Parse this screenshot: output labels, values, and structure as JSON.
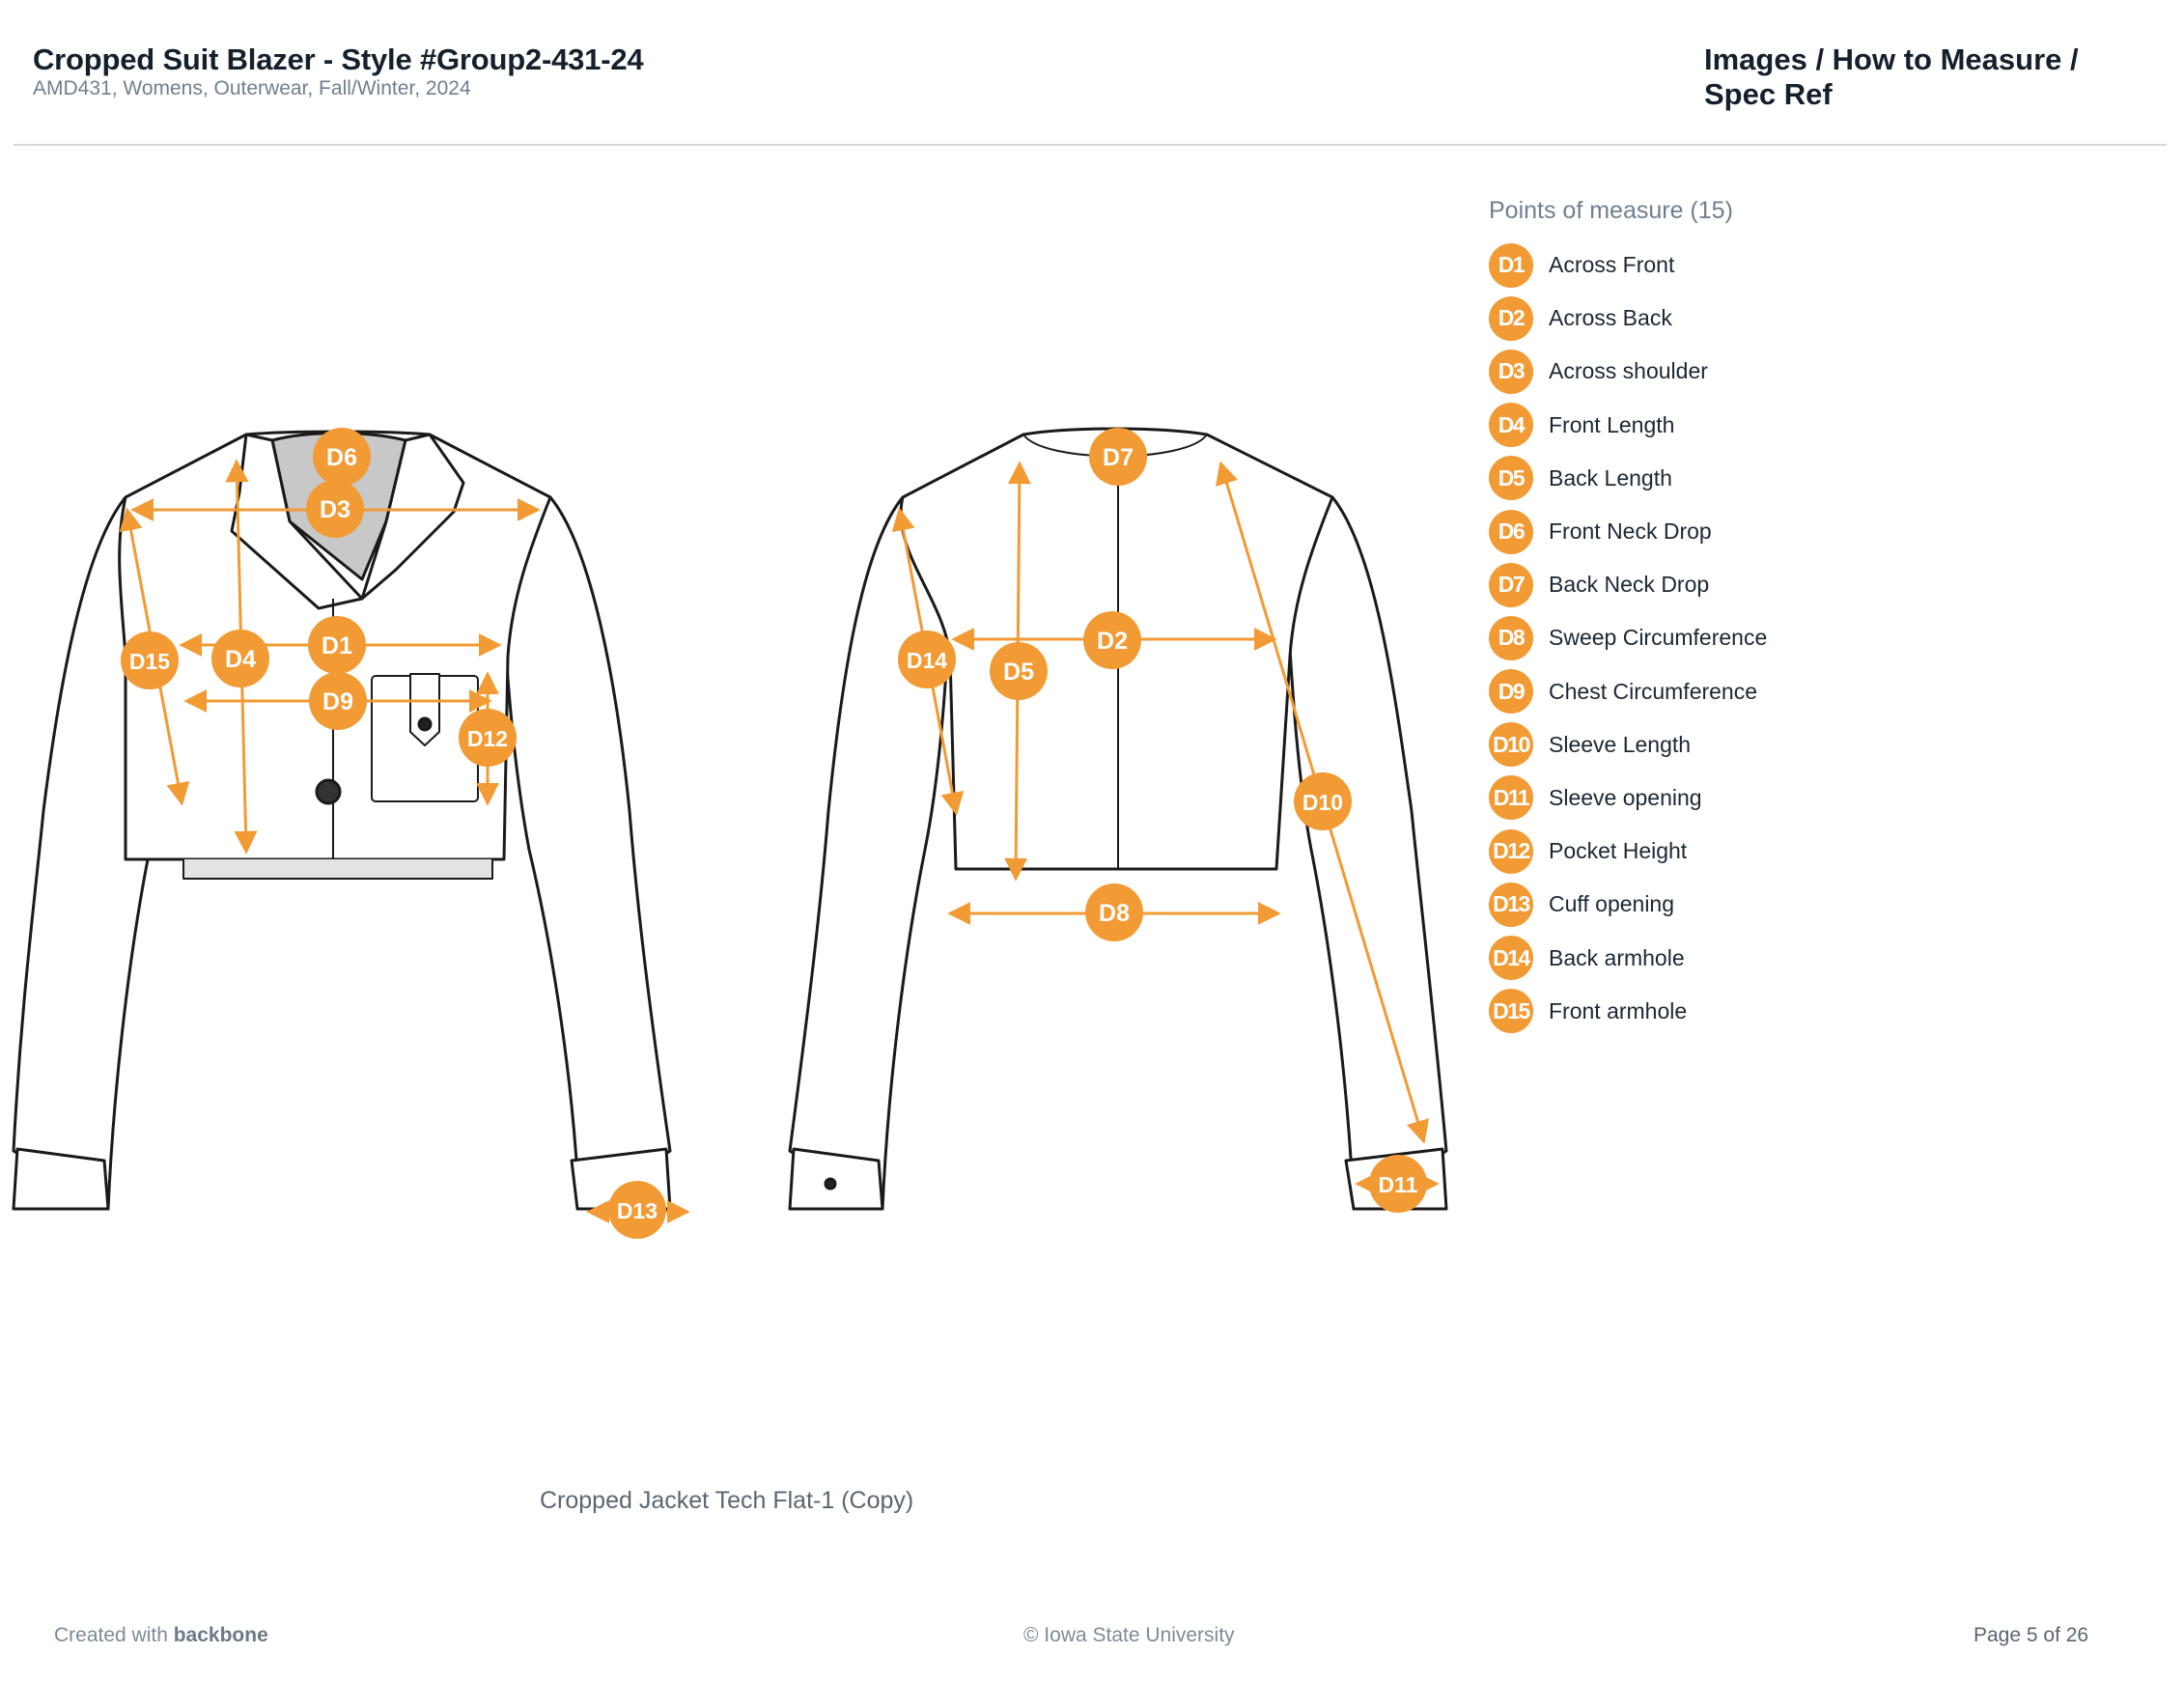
{
  "header": {
    "title": "Cropped Suit Blazer - Style #Group2-431-24",
    "subtitle": "AMD431, Womens, Outerwear, Fall/Winter, 2024",
    "section_title": "Images / How to Measure / Spec Ref"
  },
  "figure": {
    "caption": "Cropped Jacket Tech Flat-1 (Copy)",
    "callouts": [
      "D1",
      "D2",
      "D3",
      "D4",
      "D5",
      "D6",
      "D7",
      "D8",
      "D9",
      "D10",
      "D11",
      "D12",
      "D13",
      "D14",
      "D15"
    ]
  },
  "points_of_measure": {
    "title": "Points of measure (15)",
    "items": [
      {
        "code": "D1",
        "label": "Across Front"
      },
      {
        "code": "D2",
        "label": "Across Back"
      },
      {
        "code": "D3",
        "label": "Across shoulder"
      },
      {
        "code": "D4",
        "label": "Front Length"
      },
      {
        "code": "D5",
        "label": "Back Length"
      },
      {
        "code": "D6",
        "label": "Front Neck Drop"
      },
      {
        "code": "D7",
        "label": "Back Neck Drop"
      },
      {
        "code": "D8",
        "label": "Sweep Circumference"
      },
      {
        "code": "D9",
        "label": "Chest Circumference"
      },
      {
        "code": "D10",
        "label": "Sleeve Length"
      },
      {
        "code": "D11",
        "label": "Sleeve opening"
      },
      {
        "code": "D12",
        "label": "Pocket Height"
      },
      {
        "code": "D13",
        "label": "Cuff opening"
      },
      {
        "code": "D14",
        "label": "Back armhole"
      },
      {
        "code": "D15",
        "label": "Front armhole"
      }
    ]
  },
  "footer": {
    "created_prefix": "Created with ",
    "brand": "backbone",
    "copyright": "© Iowa State University",
    "page": "Page 5 of 26"
  },
  "colors": {
    "accent": "#f29a33",
    "title": "#14202c",
    "muted": "#6f7f8f"
  }
}
